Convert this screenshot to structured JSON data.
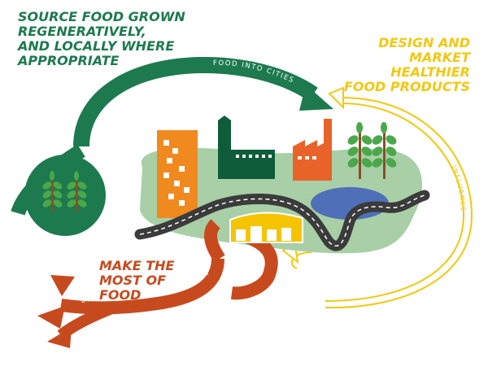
{
  "headings": {
    "source": [
      "SOURCE FOOD GROWN",
      "REGENERATIVELY,",
      "AND LOCALLY WHERE",
      "APPROPRIATE"
    ],
    "design": [
      "DESIGN AND",
      "MARKET",
      "HEALTHIER",
      "FOOD PRODUCTS"
    ],
    "make": [
      "MAKE THE",
      "MOST OF",
      "FOOD"
    ]
  },
  "arrow_labels": {
    "food_into_cities": "FOOD INTO CITIES",
    "influence": "INFLUENCE",
    "by_products": "BY-PRODUCTS INTO BIOECONOMY"
  },
  "colors": {
    "green_dark": "#1d7a4f",
    "yellow": "#f2c811",
    "red": "#c74a1e",
    "orange": "#f0891e",
    "factory_orange": "#e8632a",
    "pale_green": "#a8cfa6",
    "lake": "#4f6fb8",
    "road": "#3b3b3b",
    "tree_green": "#4aa84a",
    "trunk": "#8a4e24"
  },
  "icons": [
    "tree-icon",
    "factory-icon",
    "building-icon",
    "market-icon",
    "lake-icon",
    "road-icon"
  ]
}
